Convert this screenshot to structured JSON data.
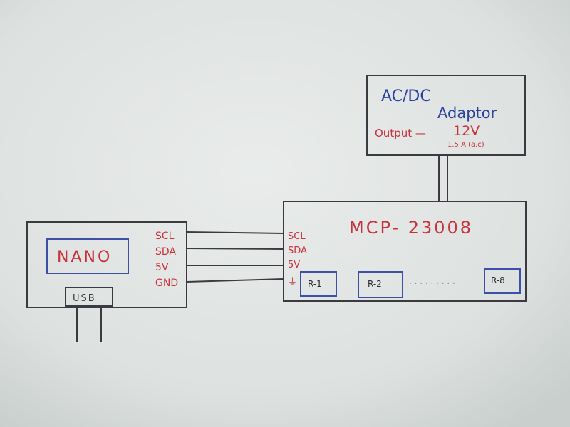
{
  "adaptor": {
    "title": "AC/DC",
    "subtitle": "Adaptor",
    "output_label": "Output —",
    "voltage": "12V",
    "current": "1.5 A (a.c)"
  },
  "nano": {
    "label": "NANO",
    "usb_label": "USB",
    "pins": [
      "SCL",
      "SDA",
      "5V",
      "GND"
    ]
  },
  "mcp": {
    "label": "MCP- 23008",
    "pins": [
      "SCL",
      "SDA",
      "5V",
      "⏚"
    ],
    "relays": [
      "R-1",
      "R-2",
      "R-8"
    ],
    "ellipsis": "· · · · · · · · ·"
  },
  "colors": {
    "paper": "#dfe3e2",
    "blue_ink": "#2b3f9e",
    "red_ink": "#c8323c",
    "black_ink": "#3a3a40"
  }
}
